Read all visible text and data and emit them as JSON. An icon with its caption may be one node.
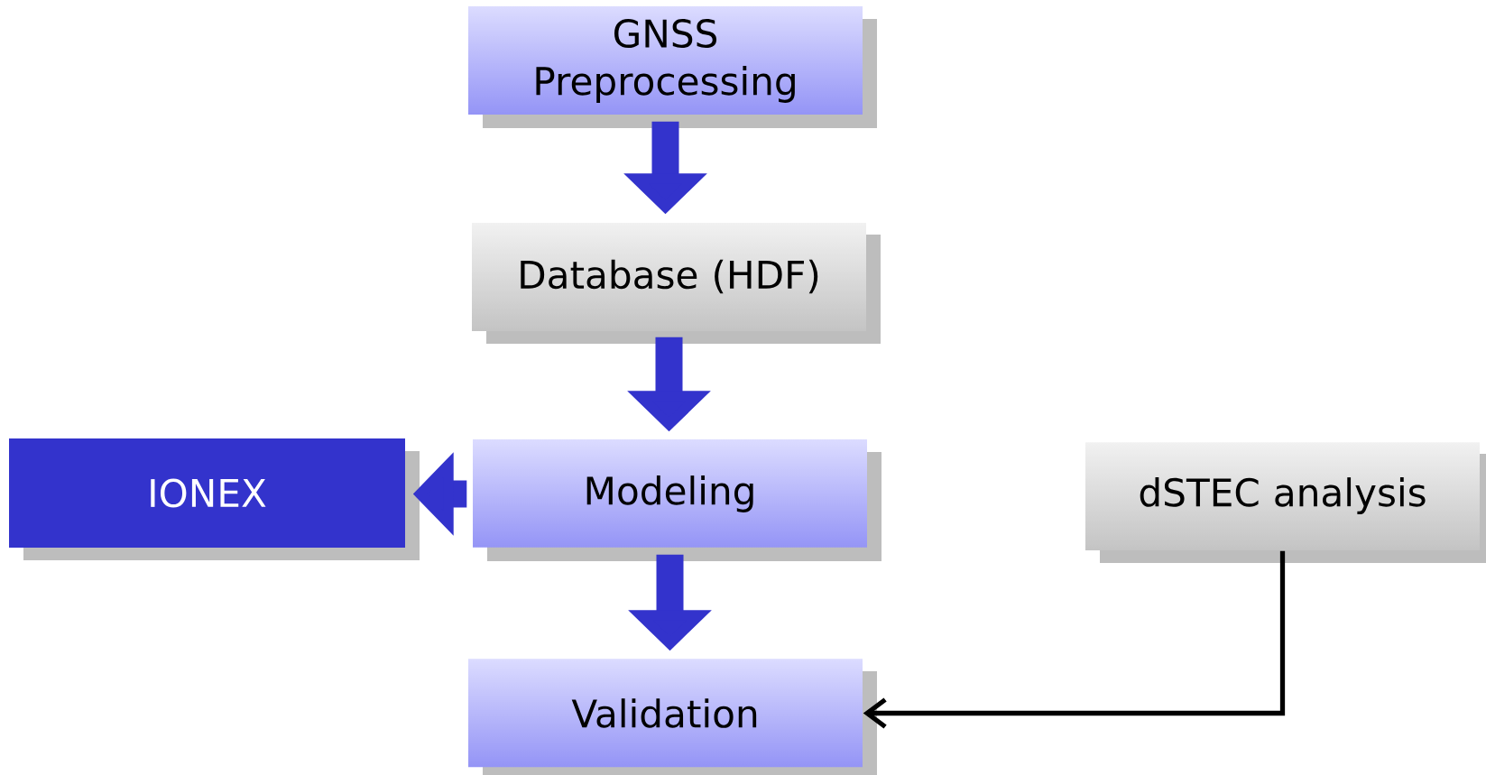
{
  "diagram": {
    "nodes": [
      {
        "text": [
          "GNSS Preprocessing"
        ]
      },
      {
        "text": [
          "Database (HDF)"
        ]
      },
      {
        "text": [
          "IONEX"
        ]
      },
      {
        "text": [
          "Modeling"
        ]
      },
      {
        "text": [
          "dSTEC analysis"
        ]
      },
      {
        "text": [
          "Validation"
        ]
      }
    ],
    "edges": [
      {
        "from": 0,
        "to": 1,
        "arrow": "to"
      },
      {
        "from": 1,
        "to": 3,
        "arrow": "to"
      },
      {
        "from": 3,
        "to": 2,
        "arrow": "to"
      },
      {
        "from": 3,
        "to": 5,
        "arrow": "to"
      },
      {
        "from": 4,
        "to": 5,
        "arrow": "to",
        "color": "#000000"
      }
    ]
  }
}
